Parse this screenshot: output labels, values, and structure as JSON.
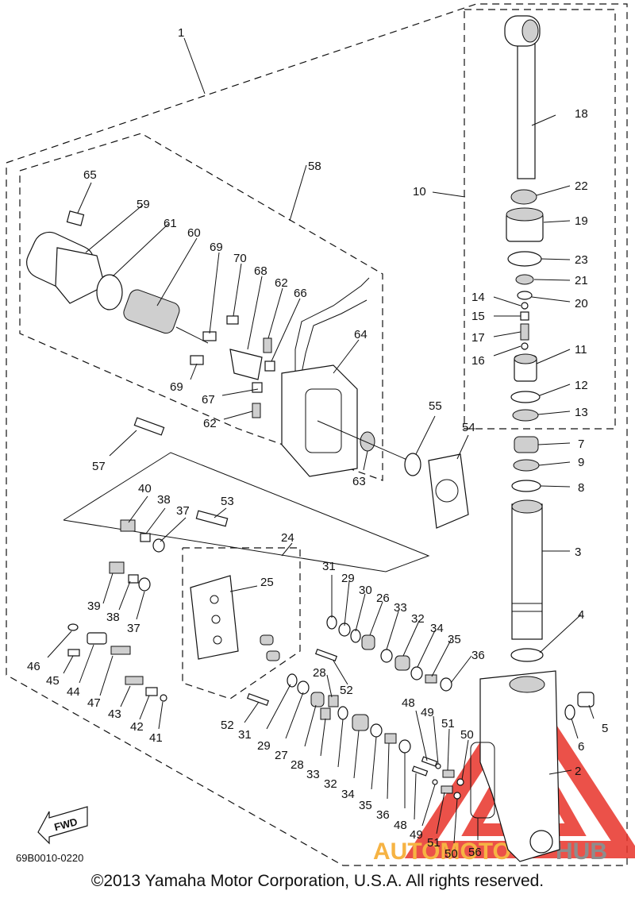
{
  "diagram": {
    "code": "69B0010-0220",
    "copyright": "©2013 Yamaha Motor Corporation, U.S.A. All rights reserved.",
    "fwd_label": "FWD",
    "watermark": {
      "text_left": "AUTOMOTO",
      "text_right": "HUB",
      "color_left": "#f5a623",
      "color_right": "#7a7a7a",
      "triangle_color": "#e8332a"
    },
    "callouts": {
      "p1": "1",
      "p2": "2",
      "p3": "3",
      "p4": "4",
      "p5": "5",
      "p6": "6",
      "p7": "7",
      "p8": "8",
      "p9": "9",
      "p10": "10",
      "p11": "11",
      "p12": "12",
      "p13": "13",
      "p14": "14",
      "p15": "15",
      "p16": "16",
      "p17": "17",
      "p18": "18",
      "p19": "19",
      "p20": "20",
      "p21": "21",
      "p22": "22",
      "p23": "23",
      "p24": "24",
      "p25": "25",
      "p26": "26",
      "p27": "27",
      "p28a": "28",
      "p28b": "28",
      "p29a": "29",
      "p29b": "29",
      "p30": "30",
      "p31a": "31",
      "p31b": "31",
      "p32a": "32",
      "p32b": "32",
      "p33a": "33",
      "p33b": "33",
      "p34a": "34",
      "p34b": "34",
      "p35a": "35",
      "p35b": "35",
      "p36a": "36",
      "p36b": "36",
      "p37a": "37",
      "p37b": "37",
      "p38a": "38",
      "p38b": "38",
      "p39": "39",
      "p40": "40",
      "p41": "41",
      "p42": "42",
      "p43": "43",
      "p44": "44",
      "p45": "45",
      "p46": "46",
      "p47": "47",
      "p48a": "48",
      "p48b": "48",
      "p49a": "49",
      "p49b": "49",
      "p50a": "50",
      "p50b": "50",
      "p51a": "51",
      "p51b": "51",
      "p52a": "52",
      "p52b": "52",
      "p53": "53",
      "p54": "54",
      "p55": "55",
      "p56": "56",
      "p57": "57",
      "p58": "58",
      "p59": "59",
      "p60": "60",
      "p61": "61",
      "p62a": "62",
      "p62b": "62",
      "p63": "63",
      "p64": "64",
      "p65": "65",
      "p66": "66",
      "p67": "67",
      "p68": "68",
      "p69a": "69",
      "p69b": "69",
      "p70": "70"
    }
  }
}
